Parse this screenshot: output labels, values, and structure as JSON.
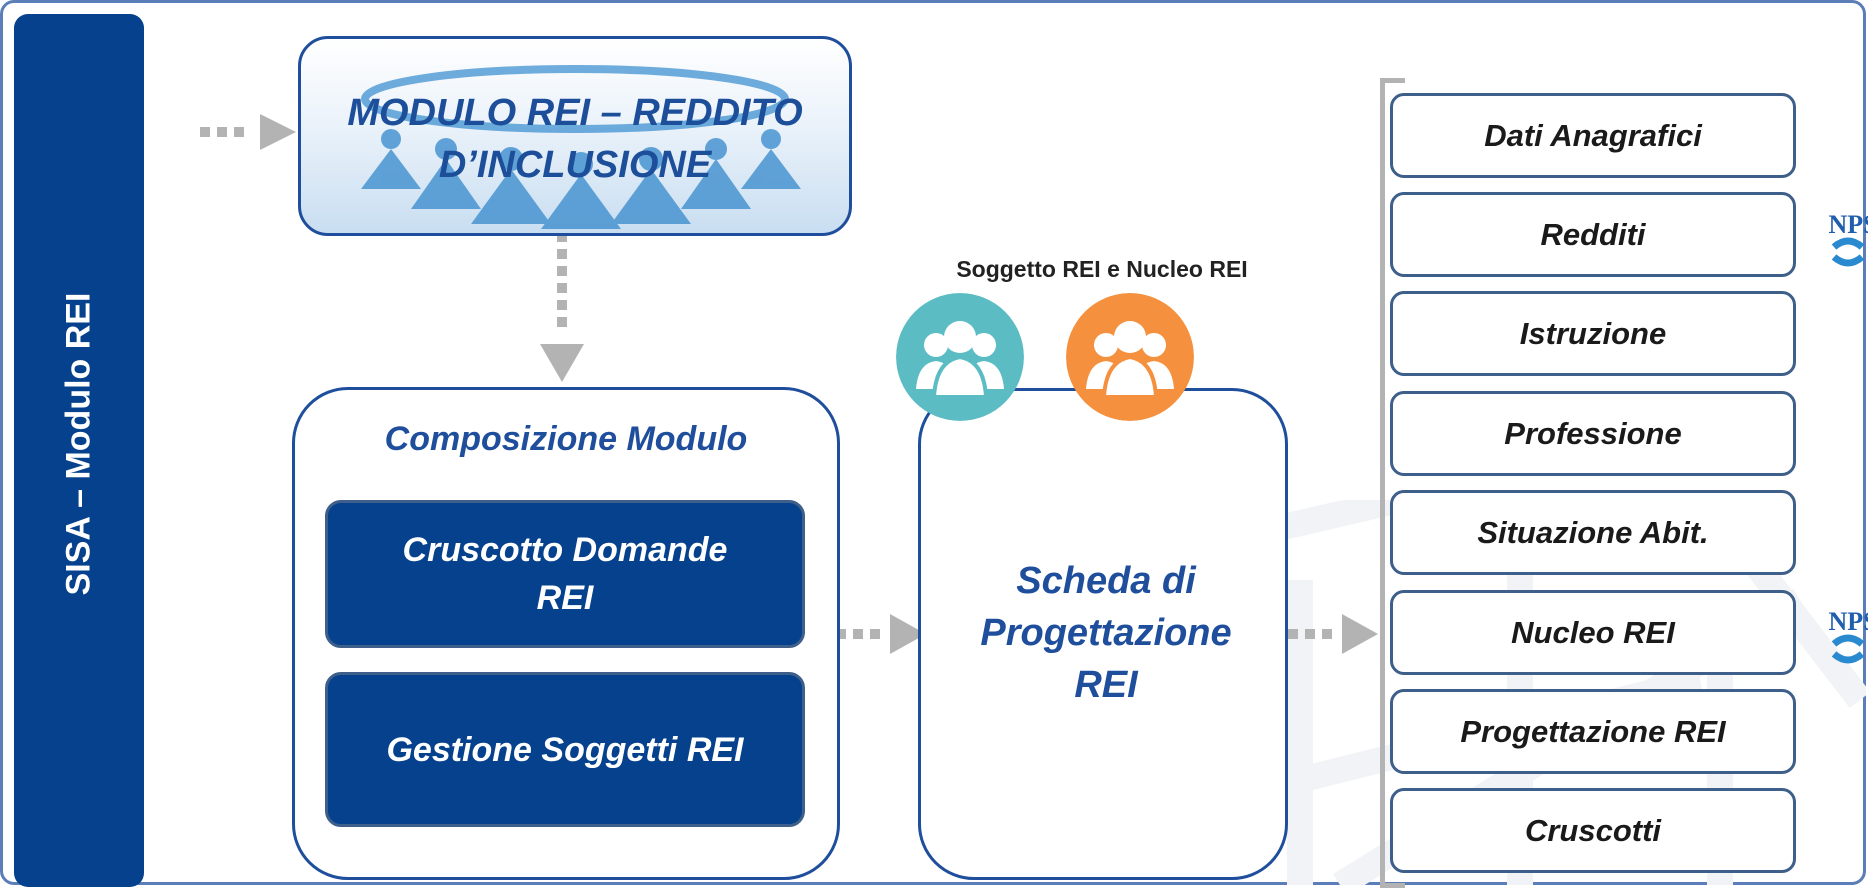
{
  "sidebar": {
    "title": "SISA – Modulo REI"
  },
  "module": {
    "title_line1": "MODULO REI – REDDITO",
    "title_line2": "D’INCLUSIONE"
  },
  "composition": {
    "title": "Composizione Modulo",
    "buttons": [
      {
        "line1": "Cruscotto Domande",
        "line2": "REI"
      },
      {
        "line1": "Gestione Soggetti REI",
        "line2": ""
      }
    ]
  },
  "scheda": {
    "line1": "Scheda di",
    "line2": "Progettazione",
    "line3": "REI"
  },
  "subjects": {
    "label": "Soggetto REI e Nucleo REI"
  },
  "sections": [
    {
      "label": "Dati Anagrafici",
      "inps": false
    },
    {
      "label": "Redditi",
      "inps": true
    },
    {
      "label": "Istruzione",
      "inps": false
    },
    {
      "label": "Professione",
      "inps": false
    },
    {
      "label": "Situazione Abit.",
      "inps": false
    },
    {
      "label": "Nucleo REI",
      "inps": true
    },
    {
      "label": "Progettazione REI",
      "inps": false
    },
    {
      "label": "Cruscotti",
      "inps": false
    }
  ],
  "logos": {
    "inps_text": "INPS"
  },
  "colors": {
    "navy": "#05418c",
    "border": "#1f4e9c",
    "teal": "#5cbcc4",
    "orange": "#f5913e",
    "arrow": "#b3b3b3"
  }
}
